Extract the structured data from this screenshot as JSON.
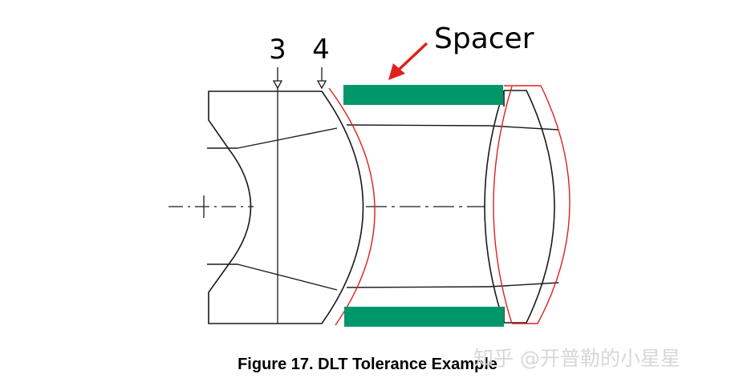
{
  "labels": {
    "surface_3": "3",
    "surface_4": "4",
    "spacer": "Spacer"
  },
  "caption": "Figure 17.  DLT Tolerance Example",
  "watermark": "知乎 @开普勒的小星星",
  "colors": {
    "line": "#1a1a1a",
    "tolerance": "#e0201c",
    "spacer_fill": "#00986a",
    "arrow": "#e0201c",
    "watermark": "#d7d7d7"
  },
  "icons": {
    "spacer_pointer": "red-arrow-icon",
    "surface_marker": "down-triangle-icon"
  }
}
